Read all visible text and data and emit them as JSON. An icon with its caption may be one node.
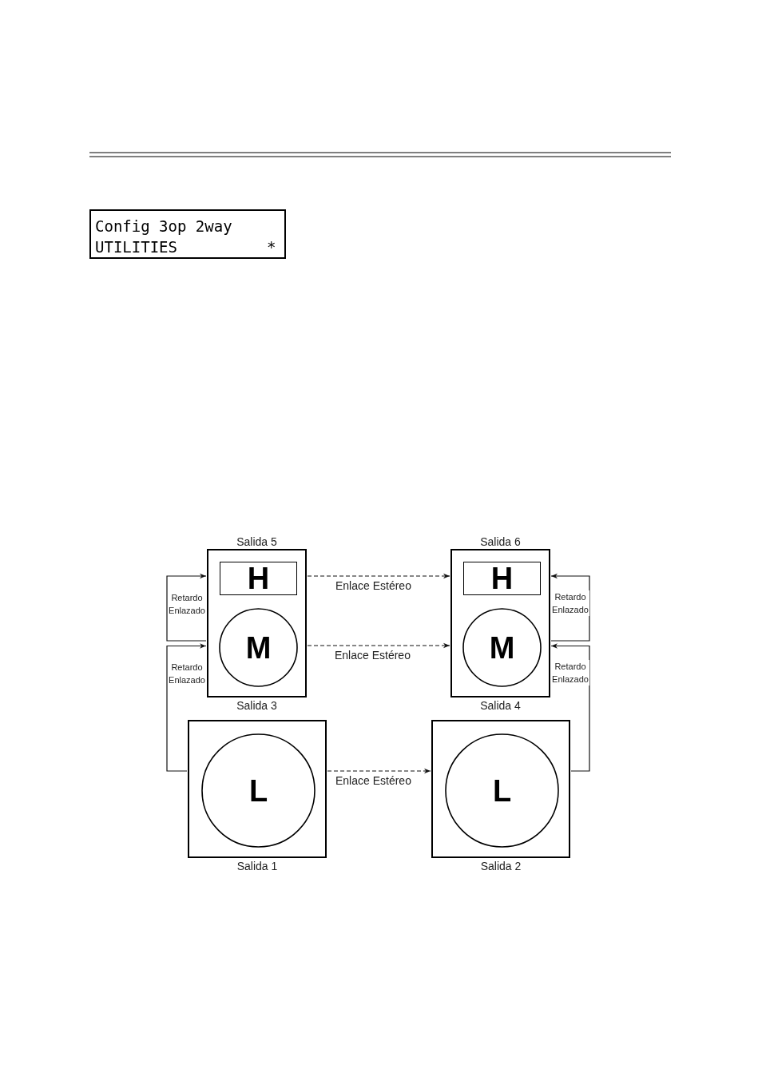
{
  "diagram": {
    "nodes": [
      {
        "text": [
          "Salida 5",
          "Salida 3"
        ]
      },
      {
        "text": [
          "H"
        ],
        "in": 0
      },
      {
        "text": [
          "M"
        ],
        "in": 0
      },
      {
        "text": [
          "Salida 6",
          "Salida 4"
        ]
      },
      {
        "text": [
          "H"
        ],
        "in": 3
      },
      {
        "text": [
          "M"
        ],
        "in": 3
      },
      {
        "text": [
          "Salida 1"
        ]
      },
      {
        "text": [
          "L"
        ],
        "in": 6
      },
      {
        "text": [
          "Salida 2"
        ]
      },
      {
        "text": [
          "L"
        ],
        "in": 8
      }
    ],
    "edges": [
      {
        "from": 0,
        "to": 3,
        "arrow": "to",
        "label": "Enlace Estéreo",
        "style": "dashed"
      },
      {
        "from": 0,
        "to": 3,
        "arrow": "to",
        "label": "Enlace Estéreo",
        "style": "dashed"
      },
      {
        "from": 6,
        "to": 8,
        "arrow": "to",
        "label": "Enlace Estéreo",
        "style": "dashed"
      },
      {
        "from": 2,
        "to": 1,
        "arrow": "to",
        "label": "Retardo Enlazado"
      },
      {
        "from": 6,
        "to": 2,
        "arrow": "to",
        "label": "Retardo Enlazado"
      },
      {
        "from": 5,
        "to": 4,
        "arrow": "to",
        "label": "Retardo Enlazado"
      },
      {
        "from": 8,
        "to": 5,
        "arrow": "to",
        "label": "Retardo Enlazado"
      }
    ],
    "labels": [
      "Config 3op 2way",
      "UTILITIES",
      "*"
    ]
  }
}
